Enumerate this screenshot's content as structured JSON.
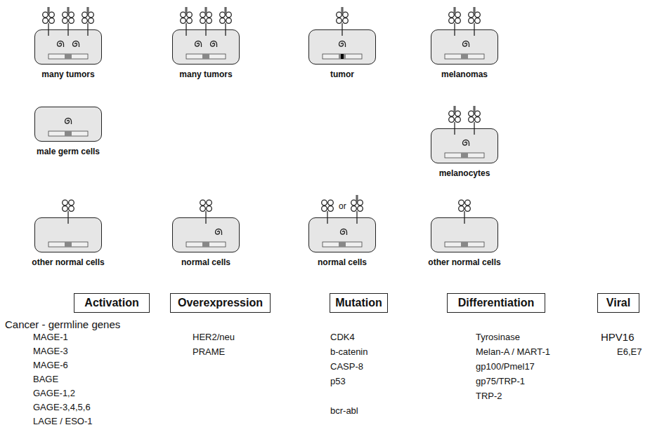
{
  "diagram": {
    "nodes": [
      {
        "text": [
          "many tumors"
        ]
      },
      {
        "text": [
          "many tumors"
        ]
      },
      {
        "text": [
          "tumor"
        ]
      },
      {
        "text": [
          "melanomas"
        ]
      },
      {
        "text": [
          "male germ cells"
        ]
      },
      {
        "text": [
          "melanocytes"
        ]
      },
      {
        "text": [
          "other normal cells"
        ]
      },
      {
        "text": [
          "normal cells"
        ]
      },
      {
        "text": [
          "normal cells"
        ]
      },
      {
        "text": [
          "other normal cells"
        ]
      },
      {
        "text": [
          "Activation"
        ]
      },
      {
        "text": [
          "Overexpression"
        ]
      },
      {
        "text": [
          "Mutation"
        ]
      },
      {
        "text": [
          "Differentiation"
        ]
      },
      {
        "text": [
          "Viral"
        ]
      }
    ],
    "labels": [
      "Cancer - germline genes",
      "MAGE-1",
      "MAGE-3",
      "MAGE-6",
      "BAGE",
      "GAGE-1,2",
      "GAGE-3,4,5,6",
      "LAGE / ESO-1",
      "HER2/neu",
      "PRAME",
      "CDK4",
      "b-catenin",
      "CASP-8",
      "p53",
      "bcr-abl",
      "Tyrosinase",
      "Melan-A / MART-1",
      "gp100/Pmel17",
      "gp75/TRP-1",
      "TRP-2",
      "HPV16",
      "E6,E7",
      "or"
    ]
  }
}
